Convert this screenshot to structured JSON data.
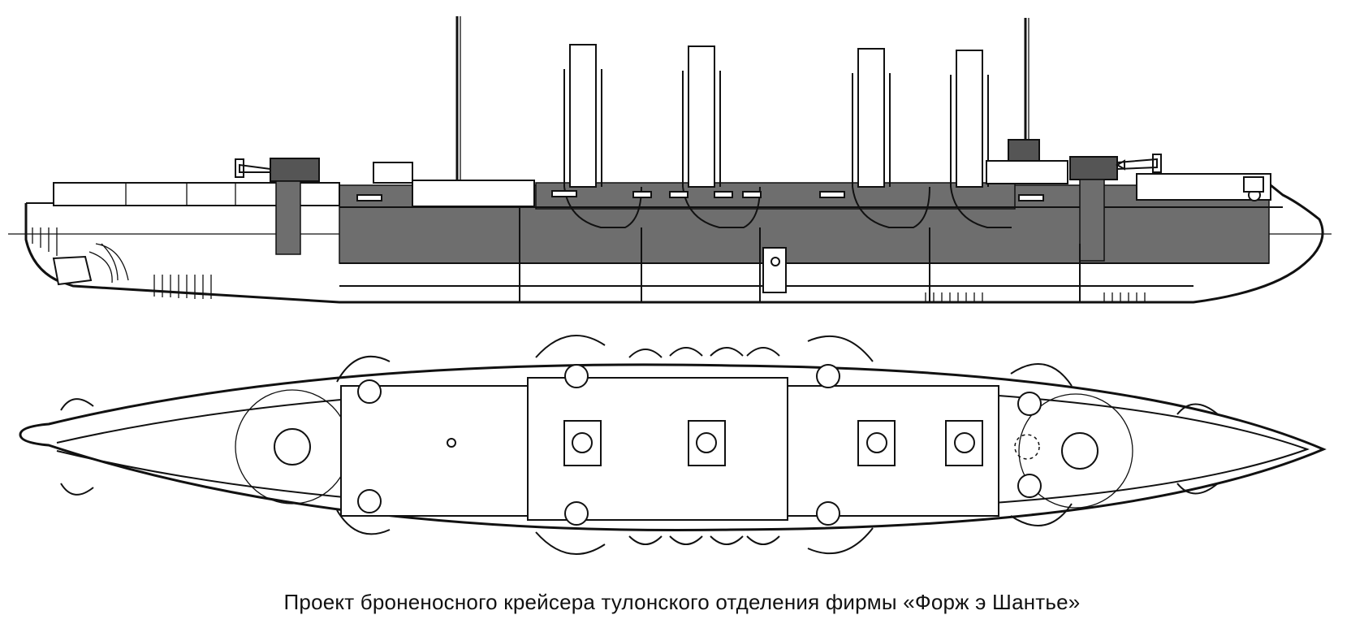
{
  "caption": "Проект броненосного крейсера тулонского отделения фирмы «Форж э Шантье»",
  "colors": {
    "line": "#111111",
    "armor_shading": "#6e6e6e",
    "background": "#ffffff"
  },
  "views": [
    {
      "name": "side-profile-view"
    },
    {
      "name": "top-plan-view"
    }
  ],
  "chart_data": {
    "type": "diagram",
    "funnels_count": 4,
    "masts_count": 2,
    "main_turrets_count": 2,
    "side_turrets_count": 8,
    "boats_count": 8
  }
}
